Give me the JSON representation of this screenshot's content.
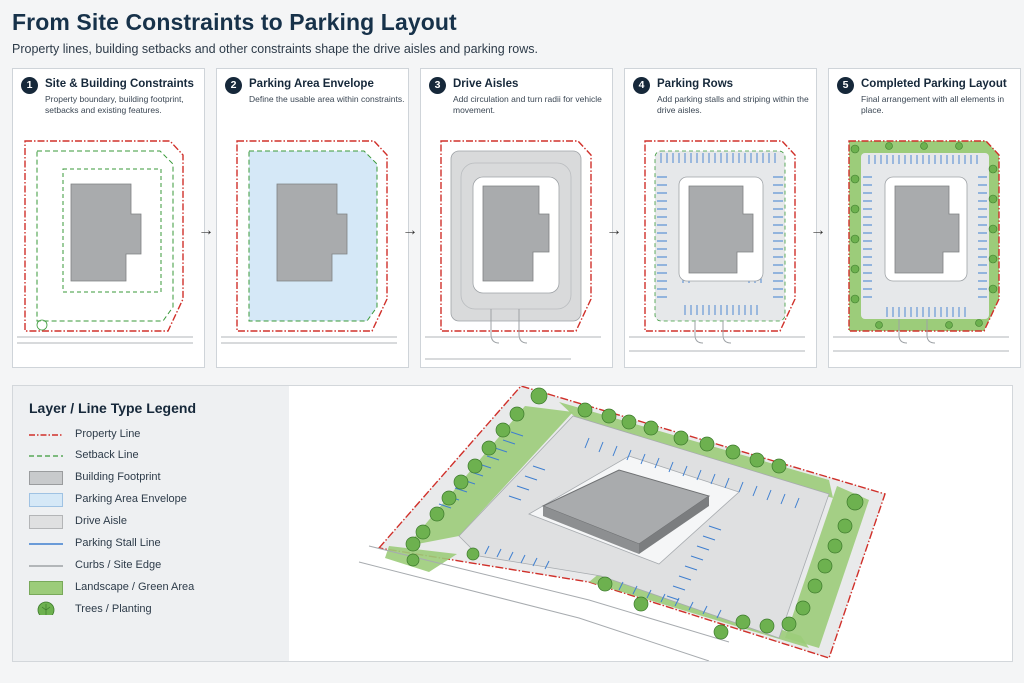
{
  "header": {
    "title": "From Site Constraints to Parking Layout",
    "subtitle": "Property lines, building setbacks and other constraints shape the drive aisles and parking rows."
  },
  "steps": [
    {
      "number": "1",
      "title": "Site & Building Constraints",
      "description": "Property boundary, building footprint, setbacks and existing features."
    },
    {
      "number": "2",
      "title": "Parking Area Envelope",
      "description": "Define the usable area within constraints."
    },
    {
      "number": "3",
      "title": "Drive Aisles",
      "description": "Add circulation and turn radii for vehicle movement."
    },
    {
      "number": "4",
      "title": "Parking Rows",
      "description": "Add parking stalls and striping within the drive aisles."
    },
    {
      "number": "5",
      "title": "Completed Parking Layout",
      "description": "Final arrangement with all elements in place."
    }
  ],
  "arrow_glyph": "→",
  "legend": {
    "title": "Layer / Line Type Legend",
    "items": [
      {
        "label": "Property Line",
        "icon": "dash-dot-red-line"
      },
      {
        "label": "Setback Line",
        "icon": "dashed-green-line"
      },
      {
        "label": "Building Footprint",
        "icon": "gray-fill"
      },
      {
        "label": "Parking Area Envelope",
        "icon": "light-blue-fill"
      },
      {
        "label": "Drive Aisle",
        "icon": "light-gray-fill"
      },
      {
        "label": "Parking Stall Line",
        "icon": "blue-line"
      },
      {
        "label": "Curbs / Site Edge",
        "icon": "gray-line"
      },
      {
        "label": "Landscape / Green Area",
        "icon": "green-fill"
      },
      {
        "label": "Trees / Planting",
        "icon": "tree-symbol"
      }
    ]
  },
  "colors": {
    "property_line": "#d0302a",
    "setback_line": "#3a9a3a",
    "building": "#a9abad",
    "envelope": "#d5e8f7",
    "aisle": "#d9dadb",
    "stall": "#3f7fd0",
    "landscape": "#9ccc7a",
    "tree": "#6db14f",
    "dark": "#16283a"
  }
}
